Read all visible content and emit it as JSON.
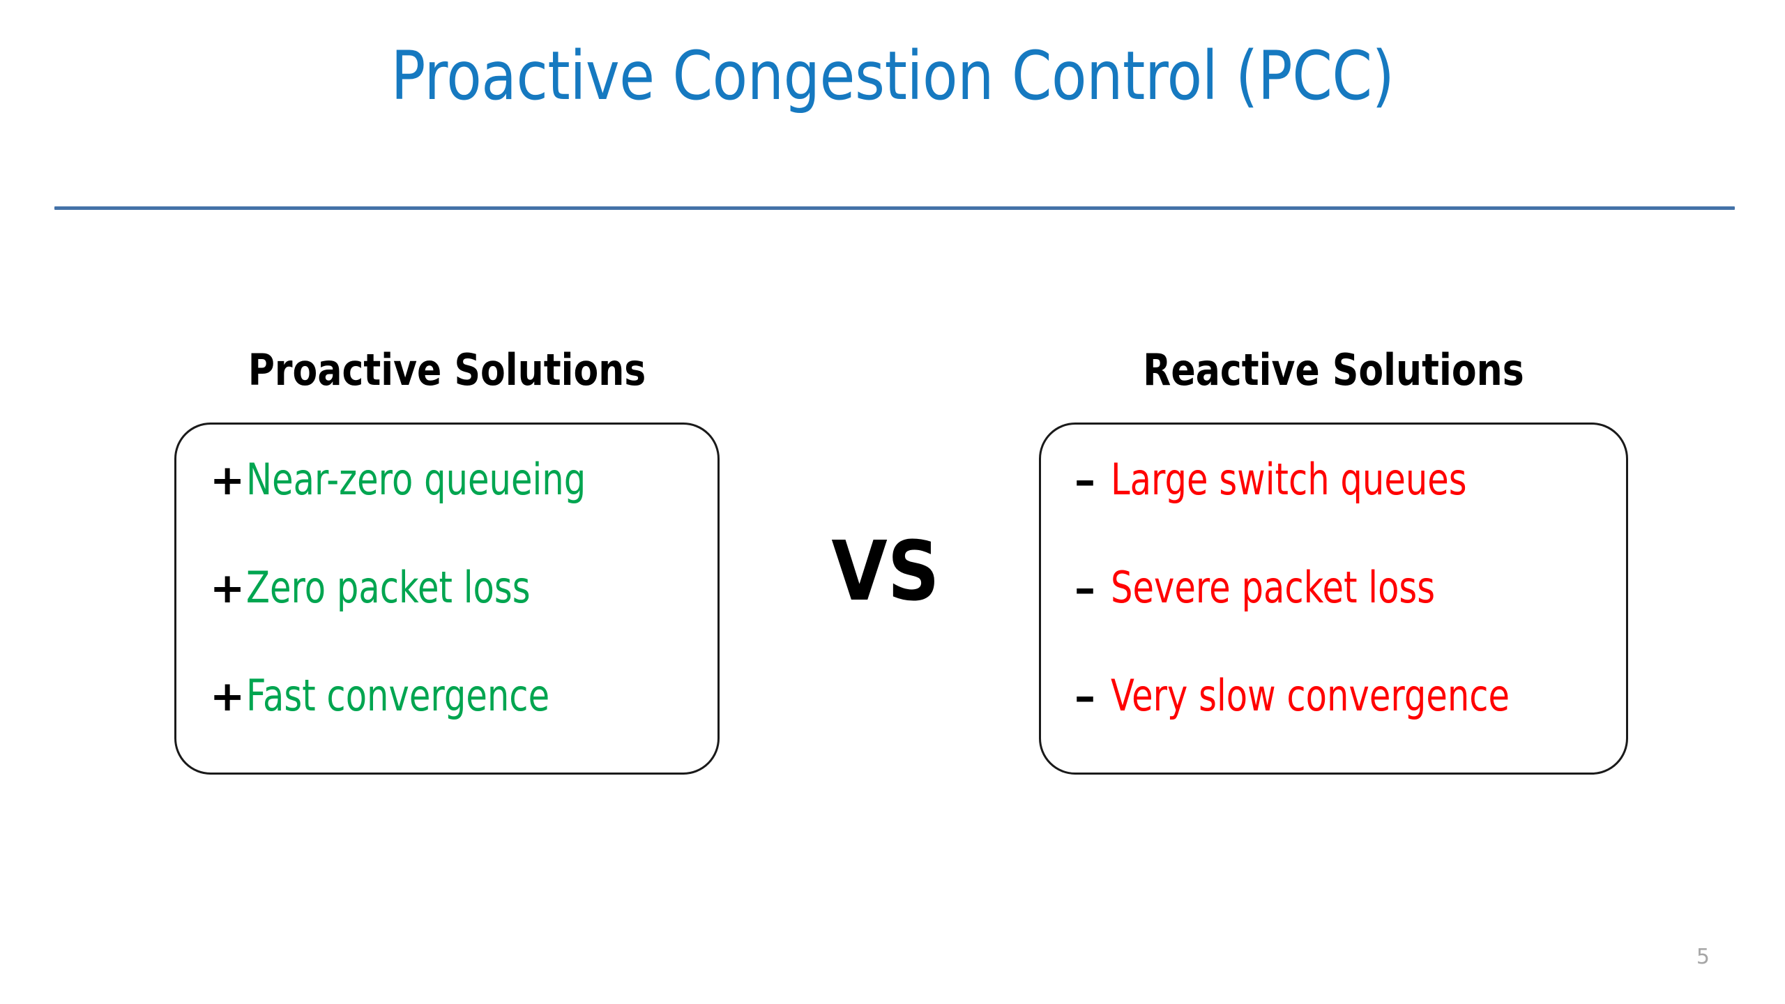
{
  "slide": {
    "title": "Proactive Congestion Control (PCC)",
    "page_number": "5",
    "vs_label": "VS",
    "colors": {
      "title": "#1679C0",
      "rule": "#4472A8",
      "positive": "#00A550",
      "negative": "#FF0000",
      "heading": "#000000",
      "page_number": "#A6A6A6",
      "panel_border": "#1A1A1A",
      "background": "#FFFFFF"
    }
  },
  "columns": [
    {
      "heading": "Proactive Solutions",
      "tone": "positive",
      "items": [
        {
          "sign": "+",
          "text": "Near-zero queueing"
        },
        {
          "sign": "+",
          "text": "Zero packet loss"
        },
        {
          "sign": "+",
          "text": "Fast convergence"
        }
      ]
    },
    {
      "heading": "Reactive Solutions",
      "tone": "negative",
      "items": [
        {
          "sign": "–",
          "text": "Large switch queues"
        },
        {
          "sign": "–",
          "text": "Severe packet loss"
        },
        {
          "sign": "–",
          "text": "Very slow convergence"
        }
      ]
    }
  ]
}
